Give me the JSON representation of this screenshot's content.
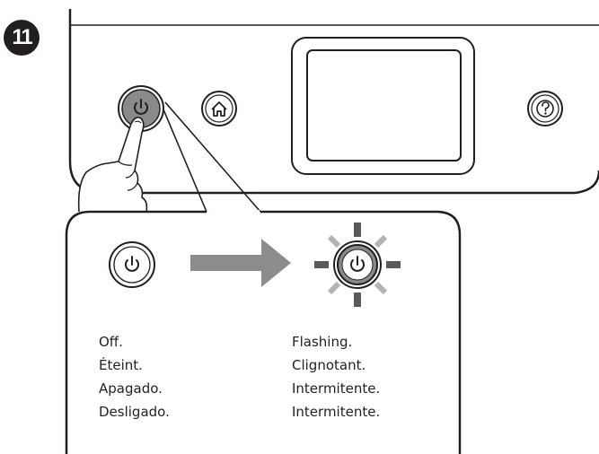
{
  "step": {
    "number": "11"
  },
  "icons": {
    "power": "power-icon",
    "home": "home-icon",
    "help": "help-icon",
    "arrow": "right-arrow",
    "hand": "pointing-hand"
  },
  "colors": {
    "line": "#231f20",
    "button_gray": "#8a8a8a",
    "arrow_gray": "#8c8c8c",
    "ray_dark": "#5a5a5a",
    "ray_light": "#b3b3b3"
  },
  "states": {
    "off": {
      "labels": [
        "Off.",
        "Éteint.",
        "Apagado.",
        "Desligado."
      ]
    },
    "flashing": {
      "labels": [
        "Flashing.",
        "Clignotant.",
        "Intermitente.",
        "Intermitente."
      ]
    }
  }
}
